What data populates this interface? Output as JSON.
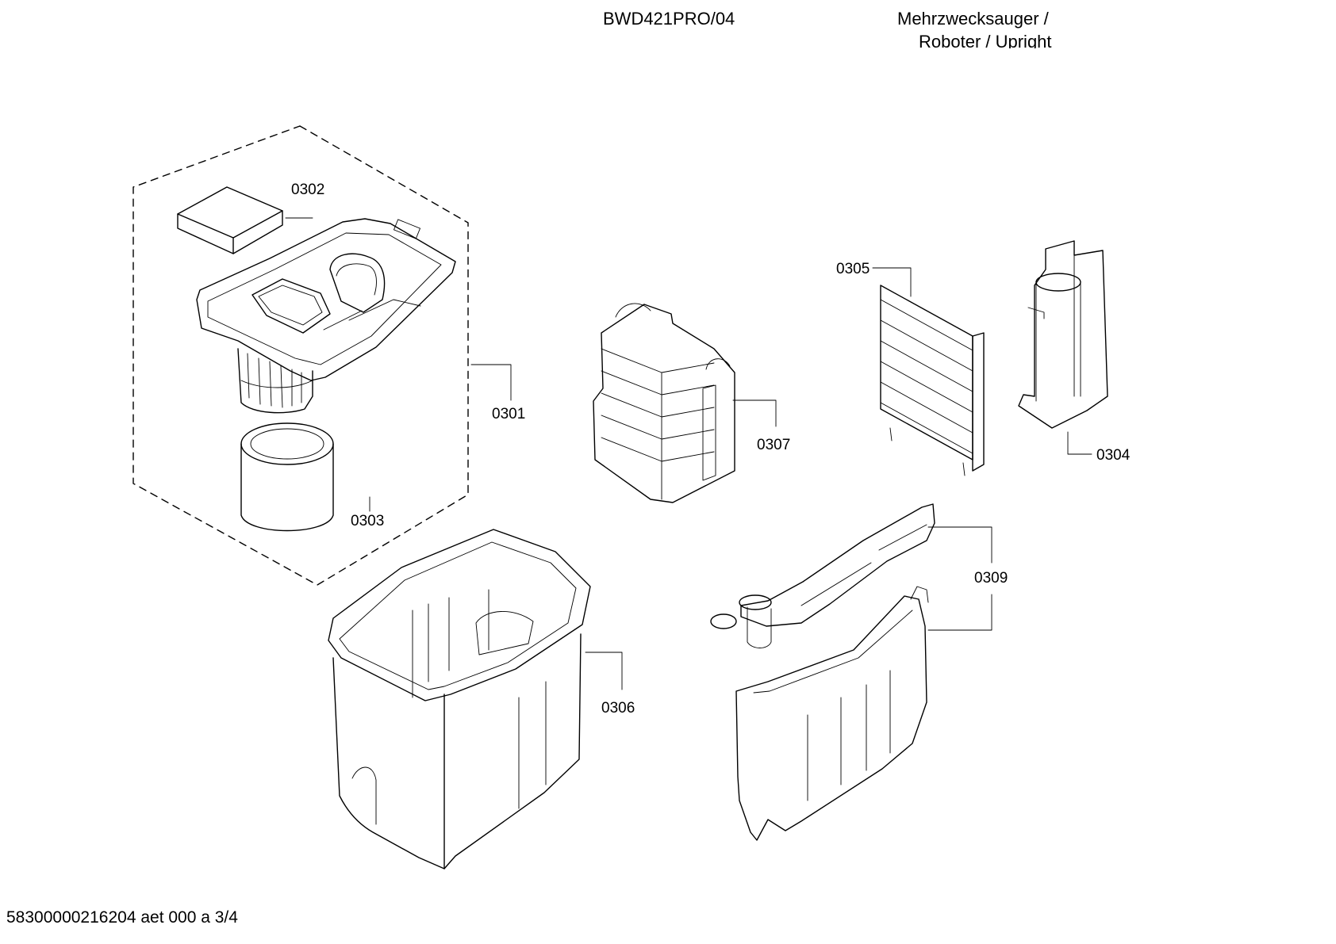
{
  "header": {
    "model": "BWD421PRO/04",
    "category_line1": "Mehrzwecksauger /",
    "category_line2": "Roboter / Upright"
  },
  "footer": {
    "doc_id": "58300000216204 aet 000 a 3/4"
  },
  "parts": [
    {
      "id": "0301",
      "label": "0301"
    },
    {
      "id": "0302",
      "label": "0302"
    },
    {
      "id": "0303",
      "label": "0303"
    },
    {
      "id": "0304",
      "label": "0304"
    },
    {
      "id": "0305",
      "label": "0305"
    },
    {
      "id": "0306",
      "label": "0306"
    },
    {
      "id": "0307",
      "label": "0307"
    },
    {
      "id": "0309",
      "label": "0309"
    }
  ]
}
